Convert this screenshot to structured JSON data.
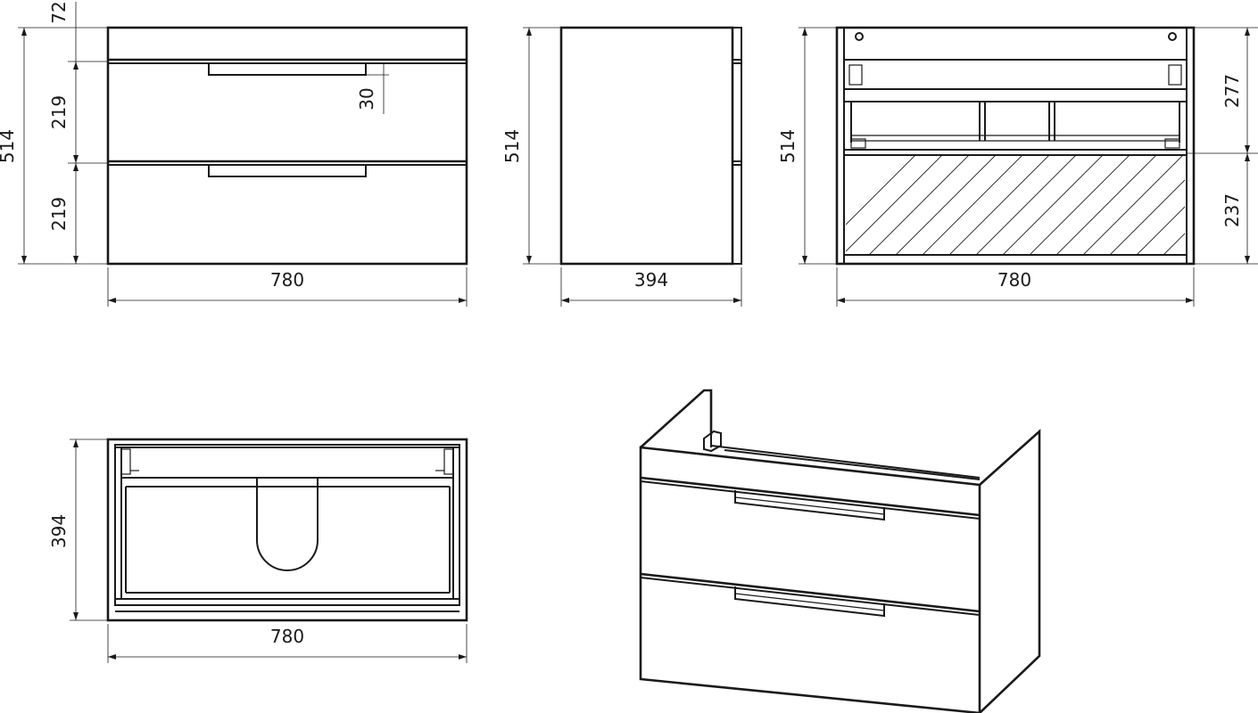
{
  "colors": {
    "line": "#1a1a1a",
    "background": "#ffffff"
  },
  "views": {
    "front": {
      "width_label": "780",
      "height_label": "514",
      "top_label": "72",
      "drawer1_label": "219",
      "drawer2_label": "219",
      "handle_label": "30"
    },
    "side": {
      "depth_label": "394",
      "height_label": "514"
    },
    "rear": {
      "width_label": "780",
      "height_label": "514",
      "upper_label": "277",
      "lower_label": "237"
    },
    "top": {
      "width_label": "780",
      "depth_label": "394"
    }
  }
}
